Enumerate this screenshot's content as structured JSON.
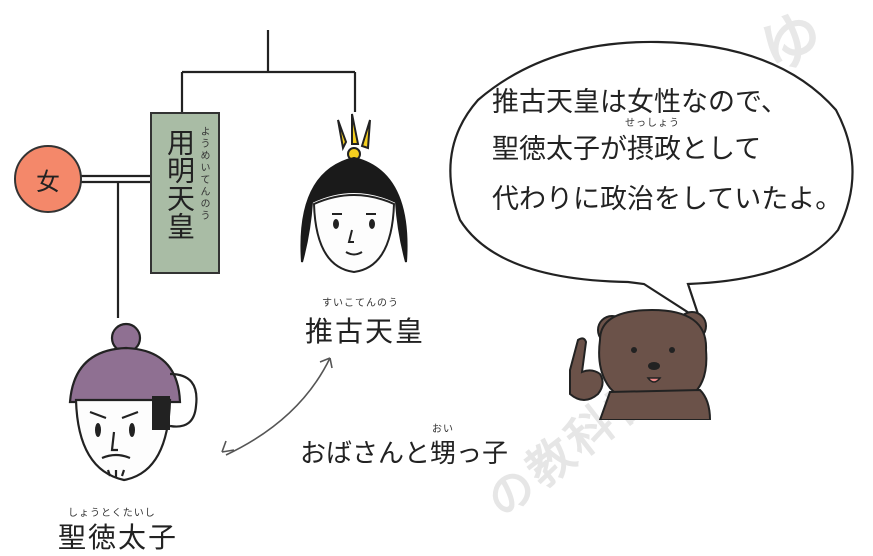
{
  "watermark": {
    "text": "の教科書",
    "corner_text": "ゆ"
  },
  "marker_woman": {
    "label": "女"
  },
  "emperor_yomei": {
    "name": "用明天皇",
    "reading": "ようめいてんのう"
  },
  "empress_suiko": {
    "name": "推古天皇",
    "reading": "すいこてんのう"
  },
  "prince_shotoku": {
    "name": "聖徳太子",
    "reading": "しょうとくたいし"
  },
  "relation": {
    "text_before": "おばさんと",
    "text_kanji": "甥",
    "text_after": "っ子",
    "kanji_reading": "おい"
  },
  "speech_bubble": {
    "line1": "推古天皇は女性なので、",
    "line2_before": "聖徳太子が",
    "line2_kanji": "摂政",
    "line2_after": "として",
    "line2_reading": "せっしょう",
    "line3": "代わりに政治をしていたよ。"
  },
  "colors": {
    "woman_circle": "#f4886a",
    "yomei_box": "#a9bca5",
    "bear": "#6b5249",
    "hat": "#8f7092",
    "crown": "#f5cf1f"
  }
}
